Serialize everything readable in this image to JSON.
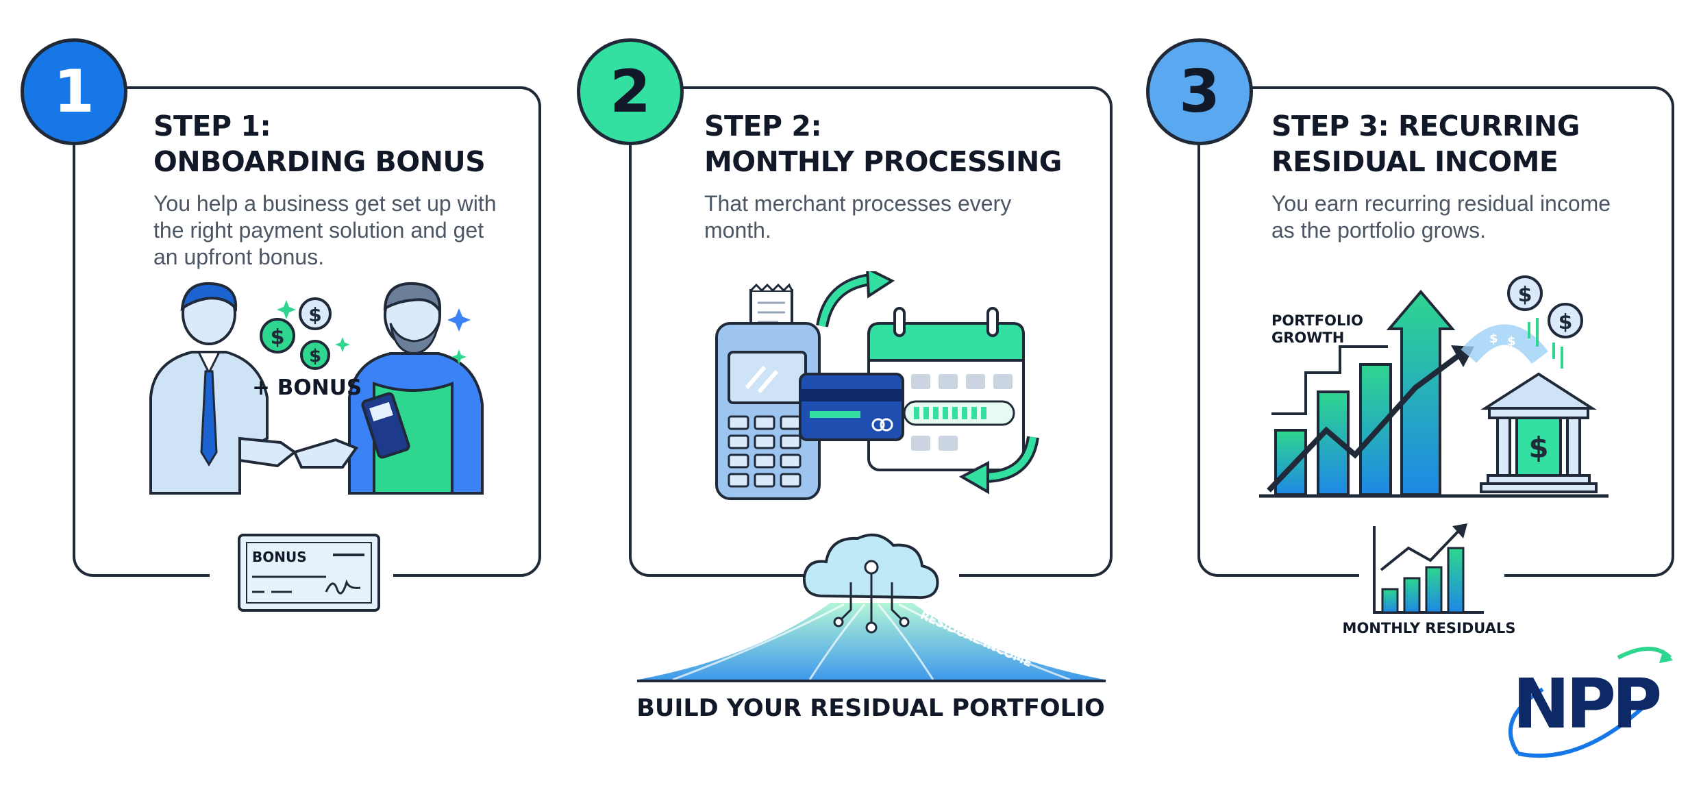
{
  "steps": [
    {
      "number": "1",
      "title_line1": "STEP 1:",
      "title_line2": "ONBOARDING BONUS",
      "desc_line1": "You help a business get set up with",
      "desc_line2": "the right payment solution and get",
      "desc_line3": "an upfront bonus.",
      "illustration_text": "+ BONUS",
      "check_label": "BONUS",
      "badge_color": "#1877e6"
    },
    {
      "number": "2",
      "title_line1": "STEP 2:",
      "title_line2": "MONTHLY PROCESSING",
      "desc_line1": "That merchant processes every",
      "desc_line2": "month.",
      "badge_color": "#33e0a1"
    },
    {
      "number": "3",
      "title_line1": "STEP 3: RECURRING",
      "title_line2": "RESIDUAL INCOME",
      "desc_line1": "You earn recurring residual income",
      "desc_line2": "as the portfolio grows.",
      "chart_label_line1": "PORTFOLIO",
      "chart_label_line2": "GROWTH",
      "sub_label": "MONTHLY RESIDUALS",
      "badge_color": "#5aa8f0"
    }
  ],
  "footer": {
    "stream_label_1": "RESIDUAL INCOME",
    "stream_label_2": "RESIDUAL INCOME",
    "title": "BUILD YOUR RESIDUAL PORTFOLIO"
  },
  "logo": {
    "text": "NPP"
  },
  "colors": {
    "navy": "#0e2a66",
    "blue": "#1877e6",
    "green": "#2fd68f",
    "outline": "#1f2937",
    "light_blue": "#cfe3f6"
  },
  "icons": [
    "handshake-icon",
    "dollar-coin-icon",
    "payment-terminal-icon",
    "credit-card-icon",
    "calendar-icon",
    "bank-icon",
    "growth-chart-icon",
    "cloud-network-icon"
  ]
}
